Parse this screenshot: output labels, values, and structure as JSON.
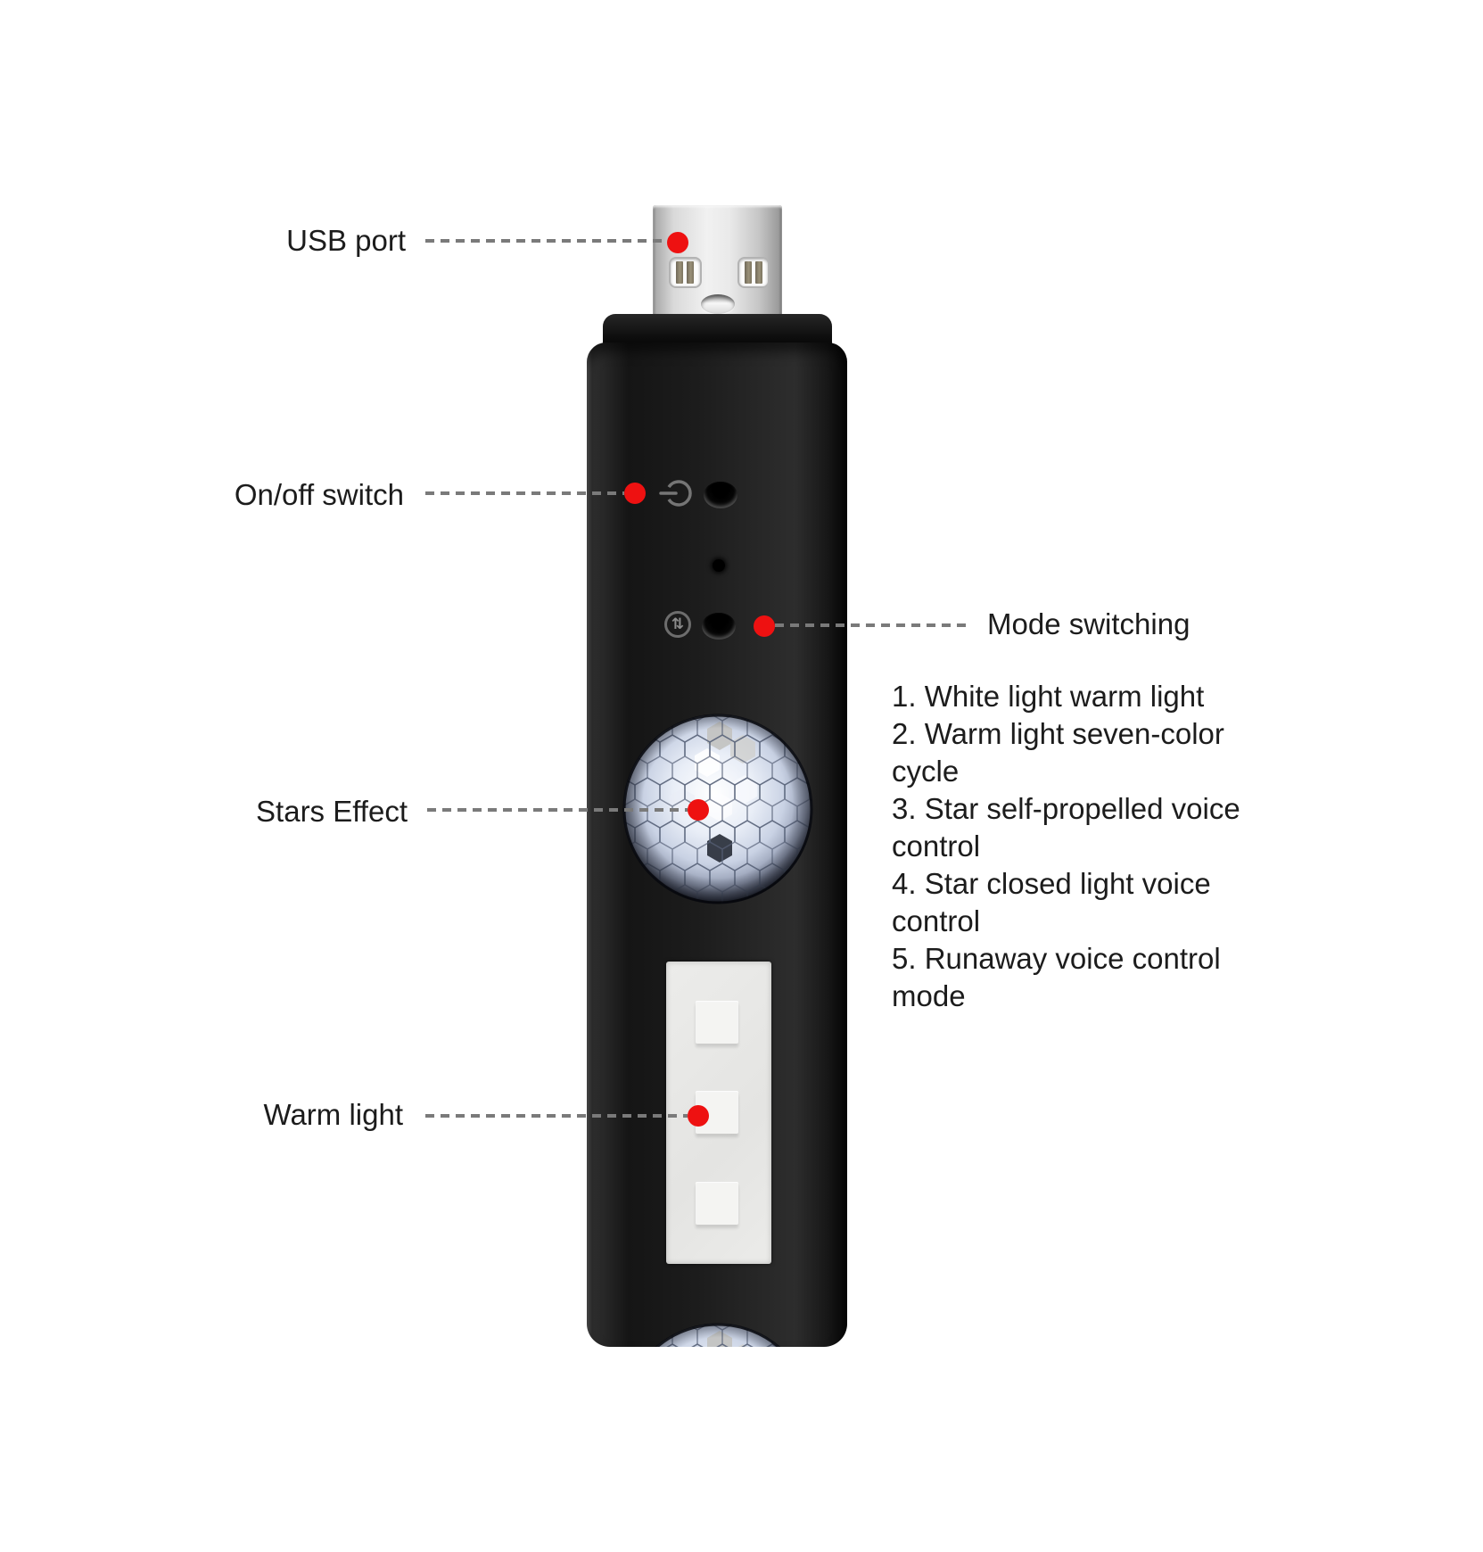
{
  "product_diagram": {
    "annotations": {
      "usb_port": {
        "label": "USB port"
      },
      "on_off_switch": {
        "label": "On/off switch"
      },
      "mode_switching": {
        "label": "Mode switching"
      },
      "stars_effect": {
        "label": "Stars Effect"
      },
      "warm_light": {
        "label": "Warm light"
      }
    },
    "mode_list": [
      "1. White light warm light",
      "2. Warm light seven-color cycle",
      "3. Star self-propelled voice control",
      "4. Star closed light voice control",
      "5. Runaway voice control mode"
    ],
    "icons": {
      "power_icon": "power-icon",
      "mode_icon": "swap-vertical-arrows-icon",
      "mode_icon_glyph": "⇅"
    },
    "colors": {
      "marker_red": "#ee1111",
      "leader_gray": "#7a7a7a",
      "text_black": "#1c1c1c",
      "device_body_black": "#1c1c1c",
      "usb_silver": "#d9d9d9",
      "warm_panel_gray": "#e8e8e6"
    }
  }
}
